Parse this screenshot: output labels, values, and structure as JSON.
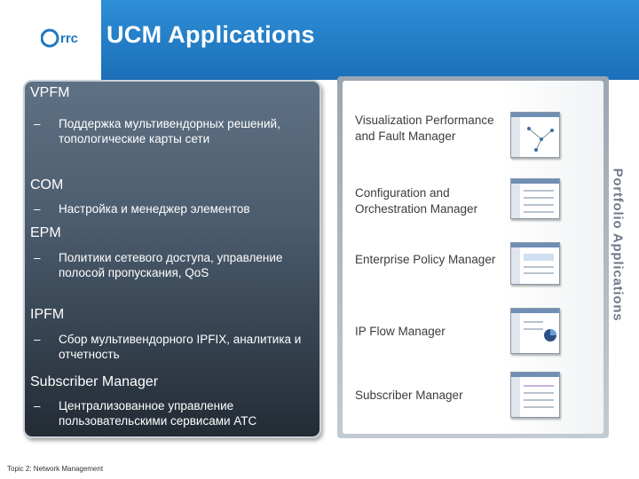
{
  "header": {
    "logo_text": "rrc",
    "title": "UCM Applications",
    "brand_color": "#1f77c0"
  },
  "left_panel": {
    "sections": [
      {
        "title": "VPFM",
        "bullets": [
          "Поддержка мультивендорных решений, топологические карты сети"
        ]
      },
      {
        "title": "COM",
        "bullets": [
          "Настройка и менеджер элементов"
        ]
      },
      {
        "title": "EPM",
        "bullets": [
          "Политики сетевого доступа, управление полосой пропускания, QoS"
        ]
      },
      {
        "title": "IPFM",
        "bullets": [
          "Сбор мультивендорного IPFIX, аналитика и отчетность"
        ]
      },
      {
        "title": "Subscriber Manager",
        "bullets": [
          "Централизованное управление пользовательскими сервисами АТС"
        ]
      }
    ],
    "dash": "–"
  },
  "right_panel": {
    "side_title": "Portfolio Applications",
    "apps": [
      {
        "label": "Visualization Performance and Fault Manager",
        "thumb_icon": "network-map-screenshot"
      },
      {
        "label": "Configuration and Orchestration Manager",
        "thumb_icon": "device-list-screenshot"
      },
      {
        "label": "Enterprise Policy Manager",
        "thumb_icon": "policy-table-screenshot"
      },
      {
        "label": "IP Flow Manager",
        "thumb_icon": "pie-chart-screenshot"
      },
      {
        "label": "Subscriber Manager",
        "thumb_icon": "subscriber-list-screenshot"
      }
    ]
  },
  "footer": {
    "text": "Topic 2: Network Management"
  }
}
